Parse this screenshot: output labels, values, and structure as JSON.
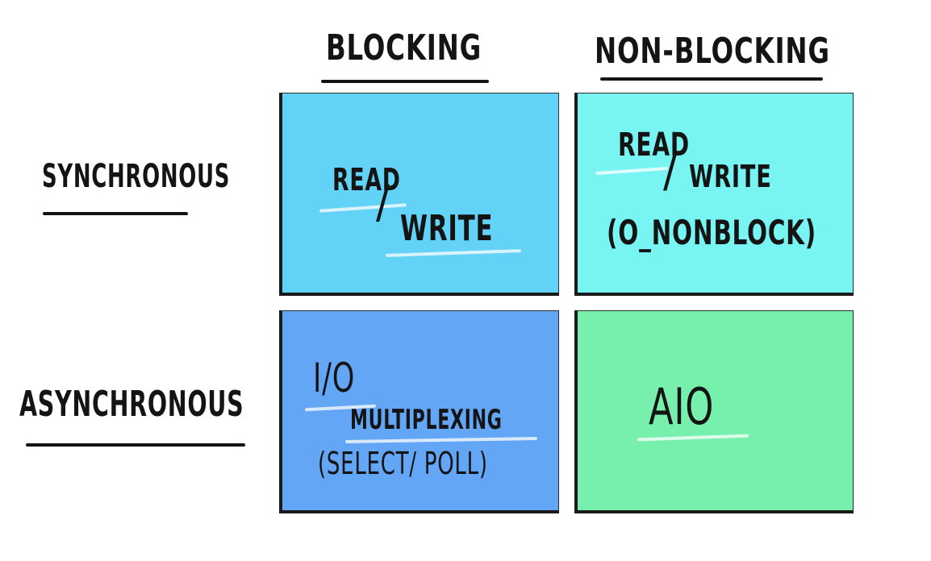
{
  "columns": {
    "blocking": "BLOCKING",
    "non_blocking": "NON-BLOCKING"
  },
  "rows": {
    "synchronous": "SYNCHRONOUS",
    "asynchronous": "ASYNCHRONOUS"
  },
  "cells": {
    "sync_blocking": {
      "read": "READ",
      "write": "WRITE",
      "color": "#62d2f7"
    },
    "sync_nonblocking": {
      "read": "READ",
      "write": "WRITE",
      "flag": "(O_NONBLOCK)",
      "color": "#78f5f3"
    },
    "async_blocking": {
      "line1": "I/O",
      "line2": "MULTIPLEXING",
      "line3": "(SELECT/ POLL)",
      "color": "#63a6f5"
    },
    "async_nonblocking": {
      "label": "AIO",
      "color": "#77f0ad"
    }
  }
}
